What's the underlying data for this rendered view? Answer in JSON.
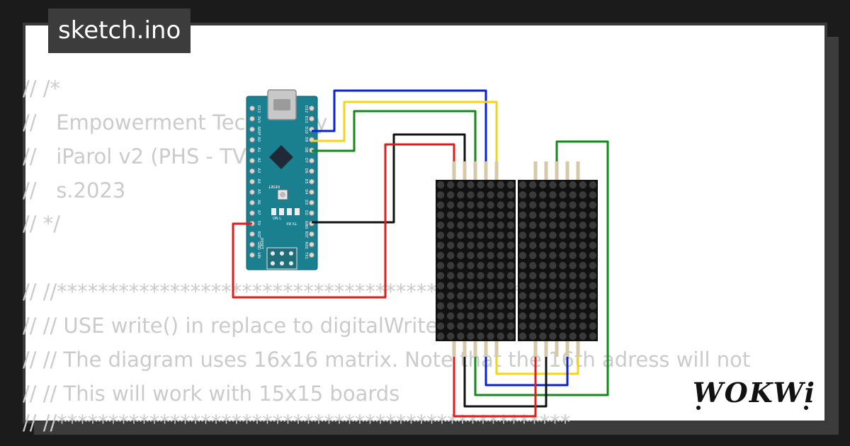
{
  "tab": {
    "title": "sketch.ino"
  },
  "code_lines": [
    "// /*",
    "//   Empowerment Technology",
    "//   iParol v2 (PHS - TVL)",
    "//   s.2023",
    "// */",
    "",
    "// //**************************************************",
    "// // USE write() in replace to digitalWrite()",
    "// // The diagram uses 16x16 matrix. Note that the 16th adress will not",
    "// // This will work with 15x15 boards",
    "// //**************************************************"
  ],
  "board": {
    "left_pins": [
      "D13",
      "3V3",
      "AREF",
      "A0",
      "A1",
      "A2",
      "A3",
      "A4",
      "A5",
      "A6",
      "A7",
      "5V",
      "RST",
      "GND",
      "VIN"
    ],
    "right_pins": [
      "D12",
      "D11",
      "D10",
      "D9",
      "D8",
      "D7",
      "D6",
      "D5",
      "D4",
      "D3",
      "D2",
      "GND",
      "RST",
      "RX0",
      "TX1"
    ],
    "reset_label": "RESET",
    "led_labels": "ON  L",
    "txrx_label": "TX RX"
  },
  "wire_colors": {
    "blue": "#0a1fd8",
    "yellow": "#f5d31c",
    "green": "#12891a",
    "black": "#111111",
    "red": "#e21b1b"
  },
  "logo": {
    "text": "WOKWi"
  }
}
